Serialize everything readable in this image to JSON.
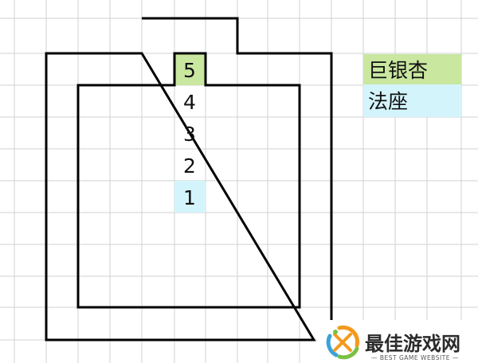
{
  "colors": {
    "grid": "#d0d0d0",
    "wall": "#000000",
    "highlight_green": "#c9e79f",
    "highlight_cyan": "#d4f4fb",
    "logo_orange": "#f39a1e",
    "logo_green": "#7ac143",
    "logo_blue": "#3aa3d8"
  },
  "slots": [
    {
      "label": "5",
      "highlight": "green"
    },
    {
      "label": "4",
      "highlight": "none"
    },
    {
      "label": "3",
      "highlight": "none"
    },
    {
      "label": "2",
      "highlight": "none"
    },
    {
      "label": "1",
      "highlight": "cyan"
    }
  ],
  "legend": [
    {
      "label": "巨银杏",
      "color": "green"
    },
    {
      "label": "法座",
      "color": "cyan"
    }
  ],
  "watermark": {
    "title": "最佳游戏网",
    "subtitle": "— BEST GAME WEBSITE —",
    "icon": "game-logo-icon"
  }
}
